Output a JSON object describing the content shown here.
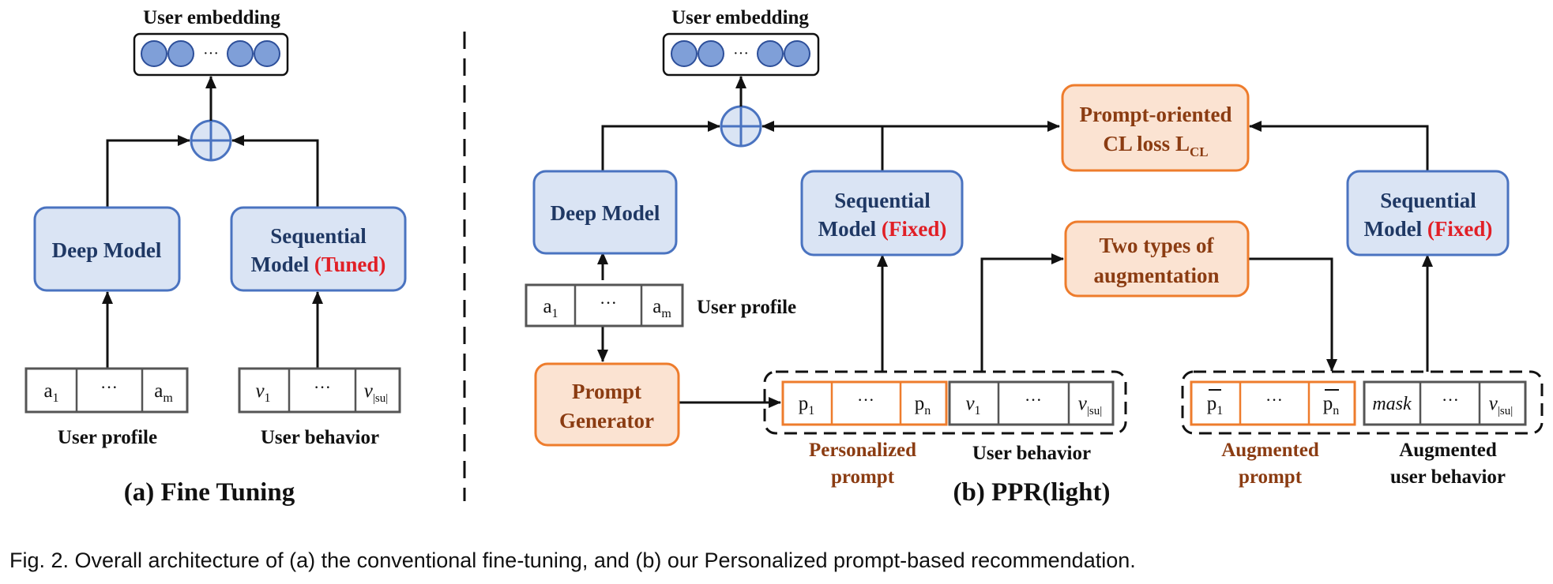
{
  "colors": {
    "blue_fill": "#dae4f4",
    "blue_stroke": "#4a73c0",
    "orange_fill": "#fbe3d2",
    "orange_stroke": "#ee7c2c",
    "brown_text": "#8b3c12",
    "red_text": "#e11f26",
    "navy_text": "#1f3864",
    "circle_fill": "#7f9fd8"
  },
  "part_a": {
    "user_embedding": "User embedding",
    "ellipsis": "···",
    "deep_model": "Deep Model",
    "seq_line1": "Sequential",
    "seq_line2": "Model ",
    "seq_status": "(Tuned)",
    "profile_first": "a",
    "profile_first_sub": "1",
    "profile_last": "a",
    "profile_last_sub": "m",
    "behavior_first": "v",
    "behavior_first_sub": "1",
    "behavior_last": "v",
    "behavior_last_sub": "|su|",
    "user_profile": "User profile",
    "user_behavior": "User behavior",
    "title": "(a) Fine Tuning"
  },
  "part_b": {
    "user_embedding": "User embedding",
    "ellipsis": "···",
    "deep_model": "Deep Model",
    "seq_line1": "Sequential",
    "seq_line2": "Model ",
    "seq_status": "(Fixed)",
    "cl_line1": "Prompt-oriented",
    "cl_line2": "CL loss L",
    "cl_sub": "CL",
    "aug_line1": "Two types of",
    "aug_line2": "augmentation",
    "pg_line1": "Prompt",
    "pg_line2": "Generator",
    "profile_first": "a",
    "profile_first_sub": "1",
    "profile_last": "a",
    "profile_last_sub": "m",
    "user_profile": "User profile",
    "prompt_first": "p",
    "prompt_first_sub": "1",
    "prompt_last": "p",
    "prompt_last_sub": "n",
    "behavior_first": "v",
    "behavior_first_sub": "1",
    "behavior_last": "v",
    "behavior_last_sub": "|su|",
    "personalized_line1": "Personalized",
    "personalized_line2": "prompt",
    "user_behavior": "User behavior",
    "aug_prompt_line1": "Augmented",
    "aug_prompt_line2": "prompt",
    "aug_behavior_line1": "Augmented",
    "aug_behavior_line2": "user behavior",
    "mask": "mask",
    "title": "(b) PPR(light)"
  },
  "caption": "Fig. 2. Overall architecture of (a) the conventional fine-tuning, and (b) our Personalized prompt-based recommendation."
}
